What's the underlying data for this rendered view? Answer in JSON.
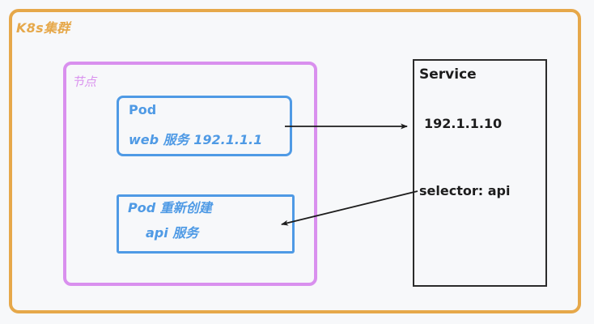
{
  "diagram": {
    "background_color": "#f7f8fa",
    "cluster": {
      "label": "K8s集群",
      "color": "#e6a84a"
    },
    "node": {
      "label": "节点",
      "color": "#d990ee"
    },
    "pods": [
      {
        "id": "pod-web",
        "title": "Pod",
        "description": "web 服务 192.1.1.1",
        "color": "#4f9ae5"
      },
      {
        "id": "pod-api",
        "title": "Pod 重新创建",
        "description": "api 服务",
        "color": "#4f9ae5"
      }
    ],
    "service": {
      "title": "Service",
      "ip": "192.1.1.10",
      "selector": "selector: api",
      "color": "#1d1d1d"
    },
    "arrows": [
      {
        "id": "arrow-web-to-service",
        "from": "pod-web",
        "to": "service",
        "color": "#1d1d1d"
      },
      {
        "id": "arrow-selector-to-pod-api",
        "from": "service-selector",
        "to": "pod-api",
        "color": "#1d1d1d"
      }
    ]
  }
}
